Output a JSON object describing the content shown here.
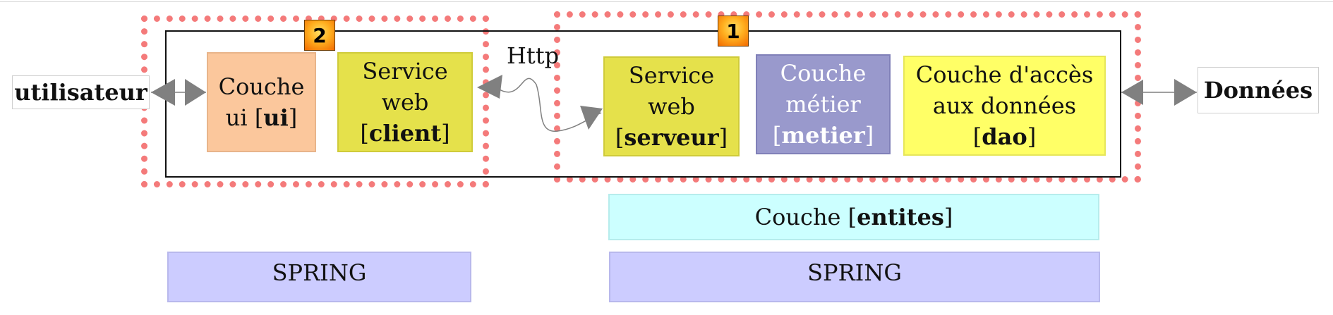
{
  "diagram": {
    "left_actor": "utilisateur",
    "right_actor": "Données",
    "protocol": "Http",
    "badges": {
      "client_side": "2",
      "server_side": "1"
    },
    "client_layers": {
      "ui": {
        "line1": "Couche",
        "line2_prefix": "ui [",
        "bold": "ui",
        "suffix": "]"
      },
      "web_client": {
        "line1": "Service",
        "line2": "web",
        "prefix": "[",
        "bold": "client",
        "suffix": "]"
      }
    },
    "server_layers": {
      "web_server": {
        "line1": "Service",
        "line2": "web",
        "prefix": "[",
        "bold": "serveur",
        "suffix": "]"
      },
      "metier": {
        "line1": "Couche",
        "line2": "métier",
        "prefix": "[",
        "bold": "metier",
        "suffix": "]"
      },
      "dao": {
        "line1": "Couche d'accès",
        "line2": "aux données",
        "prefix": "[",
        "bold": "dao",
        "suffix": "]"
      }
    },
    "entites": {
      "prefix": "Couche [",
      "bold": "entites",
      "suffix": "]"
    },
    "spring_left": "SPRING",
    "spring_right": "SPRING"
  },
  "colors": {
    "ui_fill": "#fbc79c",
    "web_fill": "#e5e14b",
    "metier_fill": "#9999cc",
    "dao_fill": "#ffff66",
    "entites_fill": "#ccffff",
    "spring_fill": "#ccccff",
    "dash": "#f47a7a",
    "arrow": "#808080"
  }
}
